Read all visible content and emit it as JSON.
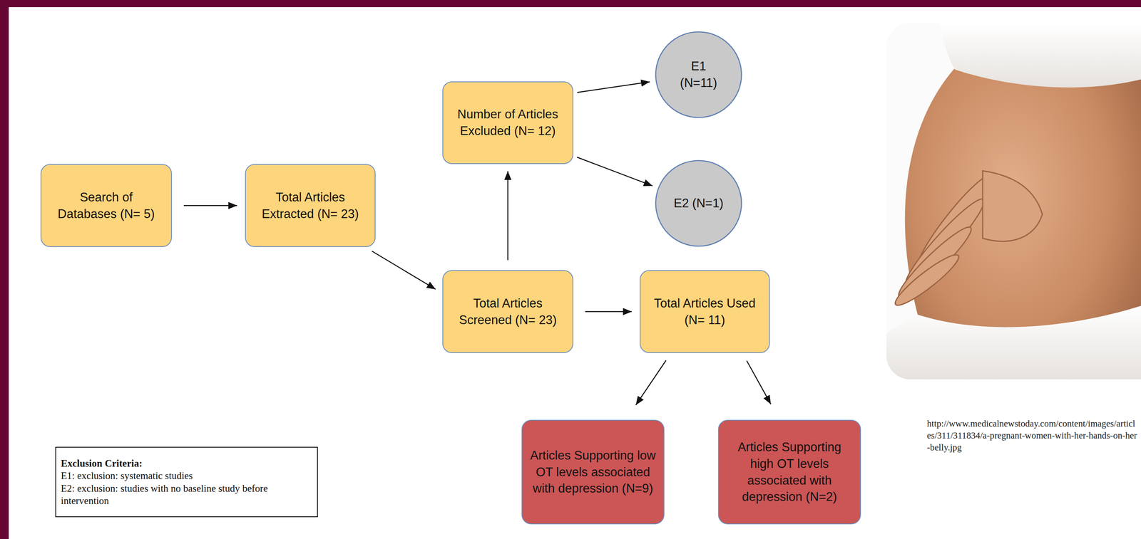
{
  "diagram": {
    "nodes": [
      {
        "text": [
          "Search of Databases (N= 5)"
        ]
      },
      {
        "text": [
          "Total Articles Extracted (N= 23)"
        ]
      },
      {
        "text": [
          "Number of Articles Excluded (N= 12)"
        ]
      },
      {
        "text": [
          "E1 (N=11)"
        ]
      },
      {
        "text": [
          "E2 (N=1)"
        ]
      },
      {
        "text": [
          "Total Articles Screened (N= 23)"
        ]
      },
      {
        "text": [
          "Total Articles Used (N= 11)"
        ]
      },
      {
        "text": [
          "Articles Supporting low OT levels associated with depression (N=9)"
        ]
      },
      {
        "text": [
          "Articles Supporting high OT levels associated with depression (N=2)"
        ]
      },
      {
        "text": [
          "Exclusion Criteria:",
          "E1: exclusion: systematic studies",
          "E2: exclusion: studies with no baseline study before intervention"
        ]
      }
    ],
    "edges": [
      {
        "from": 0,
        "to": 1,
        "arrow": "to"
      },
      {
        "from": 1,
        "to": 5,
        "arrow": "to"
      },
      {
        "from": 5,
        "to": 2,
        "arrow": "to"
      },
      {
        "from": 2,
        "to": 3,
        "arrow": "to"
      },
      {
        "from": 2,
        "to": 4,
        "arrow": "to"
      },
      {
        "from": 5,
        "to": 6,
        "arrow": "to"
      },
      {
        "from": 6,
        "to": 7,
        "arrow": "to"
      },
      {
        "from": 6,
        "to": 8,
        "arrow": "to"
      }
    ],
    "labels": [
      "http://www.medicalnewstoday.com/content/images/articles/311/311834/a-pregnant-women-with-her-hands-on-her-belly.jpg"
    ]
  }
}
